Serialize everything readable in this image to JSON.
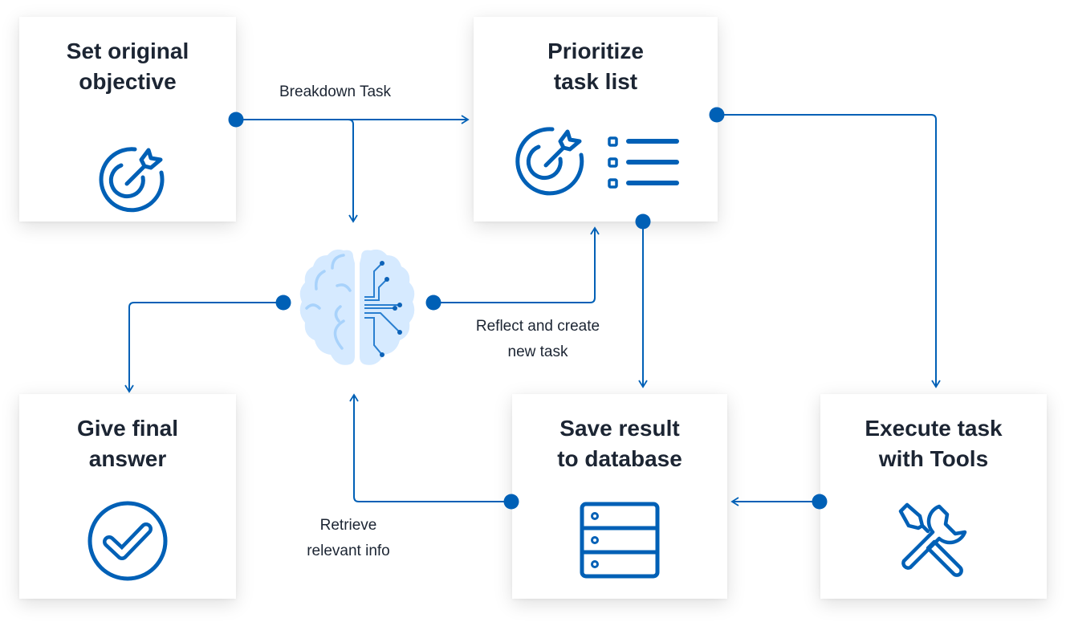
{
  "colors": {
    "accent": "#0060b6",
    "brain_fill": "#d6eaff",
    "brain_stroke": "#a8d2fb",
    "text": "#1c2533"
  },
  "nodes": {
    "set_objective": {
      "line1": "Set original",
      "line2": "objective",
      "icon": "target-icon"
    },
    "prioritize": {
      "line1": "Prioritize",
      "line2": "task list",
      "icon": "target-checklist-icon"
    },
    "final_answer": {
      "line1": "Give final",
      "line2": "answer",
      "icon": "check-circle-icon"
    },
    "save_result": {
      "line1": "Save result",
      "line2": "to database",
      "icon": "database-icon"
    },
    "execute_task": {
      "line1": "Execute task",
      "line2": "with Tools",
      "icon": "tools-icon"
    },
    "brain": {
      "icon": "ai-brain-icon"
    }
  },
  "edges": {
    "breakdown": {
      "label": "Breakdown Task"
    },
    "reflect": {
      "line1": "Reflect and create",
      "line2": "new task"
    },
    "retrieve": {
      "line1": "Retrieve",
      "line2": "relevant info"
    }
  }
}
